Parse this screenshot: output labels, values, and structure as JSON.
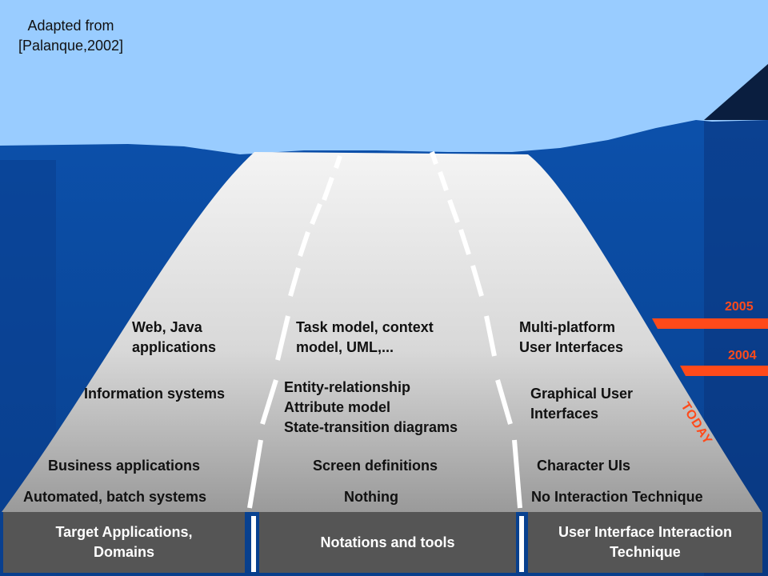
{
  "source_note": [
    "Adapted from",
    "[Palanque,2002]"
  ],
  "columns": {
    "applications": {
      "header": [
        "Target Applications,",
        "Domains"
      ],
      "items": [
        [
          "Web, Java",
          "applications"
        ],
        [
          "Information systems"
        ],
        [
          "Business applications"
        ],
        [
          "Automated, batch systems"
        ]
      ]
    },
    "notations": {
      "header": [
        "Notations and tools"
      ],
      "items": [
        [
          "Task model, context",
          "model, UML,..."
        ],
        [
          "Entity-relationship",
          "Attribute model",
          "State-transition diagrams"
        ],
        [
          "Screen definitions"
        ],
        [
          "Nothing"
        ]
      ]
    },
    "techniques": {
      "header": [
        "User Interface Interaction",
        "Technique"
      ],
      "items": [
        [
          "Multi-platform",
          "User Interfaces"
        ],
        [
          "Graphical User",
          "Interfaces"
        ],
        [
          "Character UIs"
        ],
        [
          "No Interaction Technique"
        ]
      ]
    }
  },
  "timeline": {
    "years": [
      "2005",
      "2004"
    ],
    "today_label": "TODAY"
  },
  "colors": {
    "sky": "#99ccff",
    "sea": "#0b4aa0",
    "road_light": "#f0f0f0",
    "road_dark": "#999999",
    "footer_bg": "#555555",
    "accent": "#ff4a1a"
  }
}
